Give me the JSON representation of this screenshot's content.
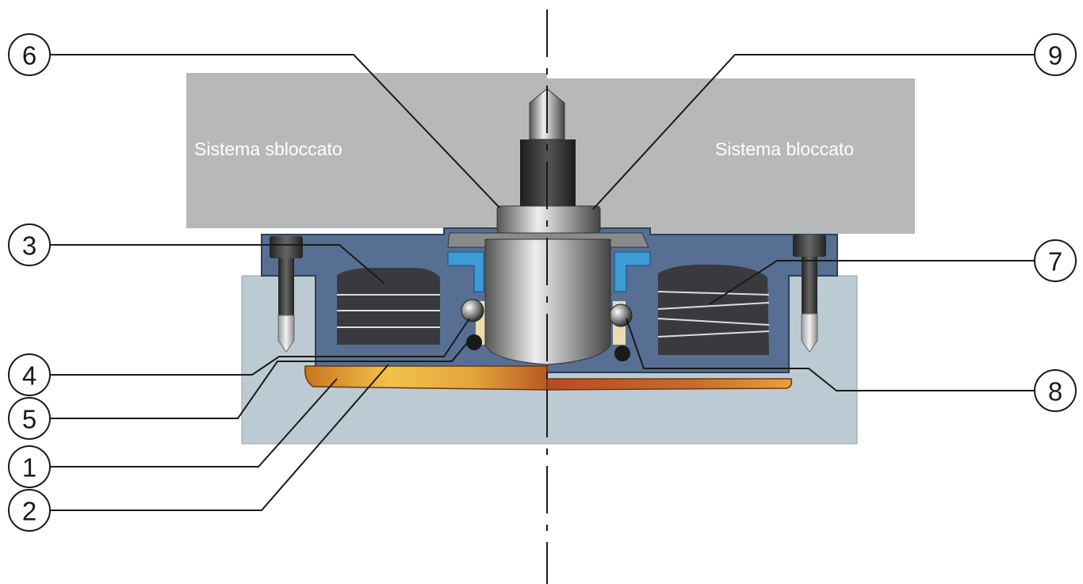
{
  "panels": {
    "left_label": "Sistema sbloccato",
    "right_label": "Sistema bloccato"
  },
  "callouts": [
    {
      "id": "1",
      "label": "1"
    },
    {
      "id": "2",
      "label": "2"
    },
    {
      "id": "3",
      "label": "3"
    },
    {
      "id": "4",
      "label": "4"
    },
    {
      "id": "5",
      "label": "5"
    },
    {
      "id": "6",
      "label": "6"
    },
    {
      "id": "7",
      "label": "7"
    },
    {
      "id": "8",
      "label": "8"
    },
    {
      "id": "9",
      "label": "9"
    }
  ],
  "colors": {
    "pallet_gray": "#b7b8ba",
    "housing_blue": "#566f93",
    "base_light_blue": "#bccbd3",
    "piston_orange": "#d4862a",
    "seal_blue": "#3d9bd6",
    "spring_dark": "#3a3a3e",
    "centerline": "#1a1a1a"
  }
}
